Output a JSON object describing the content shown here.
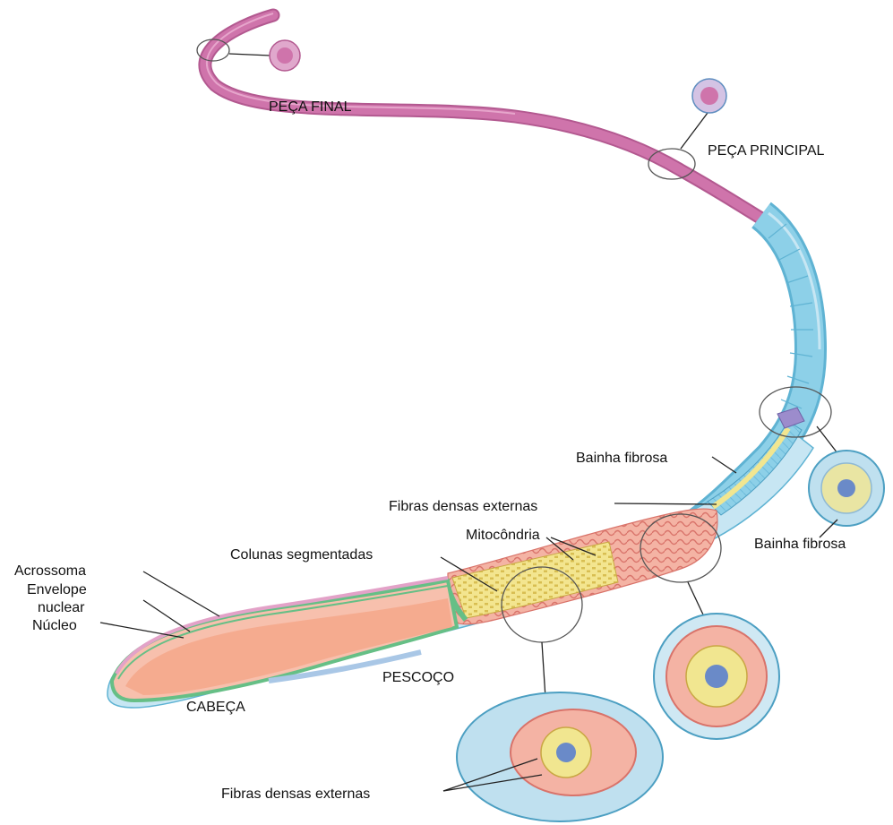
{
  "labels": {
    "peca_final": "PEÇA FINAL",
    "peca_principal": "PEÇA PRINCIPAL",
    "bainha_fibrosa_tail": "Bainha fibrosa",
    "fibras_densas_externas_top": "Fibras densas externas",
    "mitocondria": "Mitocôndria",
    "bainha_fibrosa_cross": "Bainha fibrosa",
    "colunas_segmentadas": "Colunas segmentadas",
    "acrossoma": "Acrossoma",
    "envelope": "Envelope",
    "nuclear": "nuclear",
    "nucleo": "Núcleo",
    "pescoco": "PESCOÇO",
    "cabeca": "CABEÇA",
    "fibras_densas_externas_bottom": "Fibras densas externas"
  },
  "colors": {
    "tail_pink": "#cf74ab",
    "tail_pink_dark": "#b35990",
    "principal_blue": "#8dd0e8",
    "principal_blue_dark": "#5fb3d3",
    "membrane_blue": "#c7e6f3",
    "nucleus_salmon": "#f5ab8f",
    "acrosome_pink": "#e3a2c8",
    "envelope_green": "#66bf86",
    "fibrous_yellow": "#f1e690",
    "mitochondria": "#f29a88",
    "axoneme_blue": "#6a8ac8"
  },
  "icons": {
    "cross_sections": [
      "end-piece-section-icon",
      "principal-piece-section-icon",
      "fibrous-sheath-section-icon",
      "middle-piece-section-icon",
      "neck-section-icon"
    ]
  }
}
